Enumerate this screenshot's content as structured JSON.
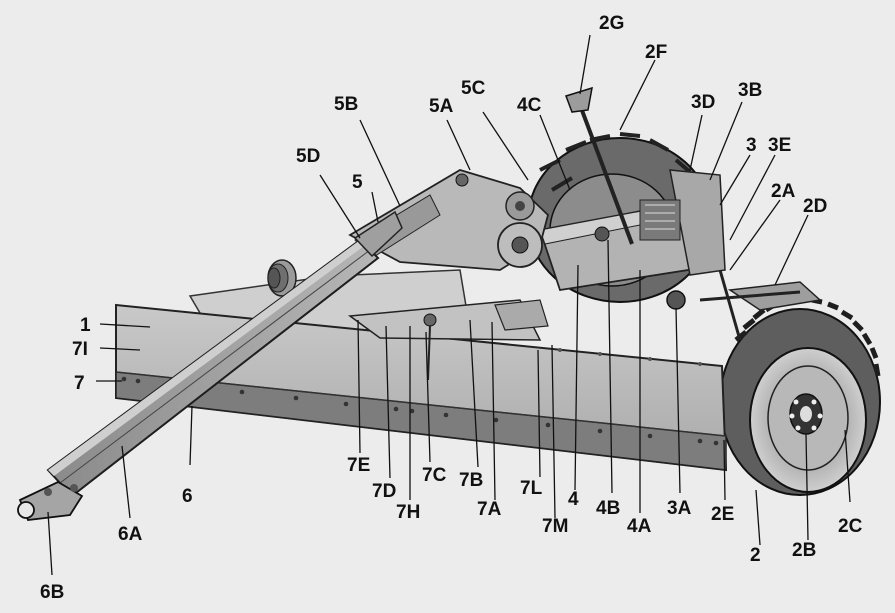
{
  "labels": {
    "l_1": "1",
    "l_7I": "7I",
    "l_7": "7",
    "l_6": "6",
    "l_6A": "6A",
    "l_6B": "6B",
    "l_5": "5",
    "l_5A": "5A",
    "l_5B": "5B",
    "l_5C": "5C",
    "l_5D": "5D",
    "l_4": "4",
    "l_4A": "4A",
    "l_4B": "4B",
    "l_4C": "4C",
    "l_3": "3",
    "l_3A": "3A",
    "l_3B": "3B",
    "l_3D": "3D",
    "l_3E": "3E",
    "l_2": "2",
    "l_2A": "2A",
    "l_2B": "2B",
    "l_2C": "2C",
    "l_2D": "2D",
    "l_2E": "2E",
    "l_2F": "2F",
    "l_2G": "2G",
    "l_7A": "7A",
    "l_7B": "7B",
    "l_7C": "7C",
    "l_7D": "7D",
    "l_7E": "7E",
    "l_7H": "7H",
    "l_7L": "7L",
    "l_7M": "7M"
  }
}
